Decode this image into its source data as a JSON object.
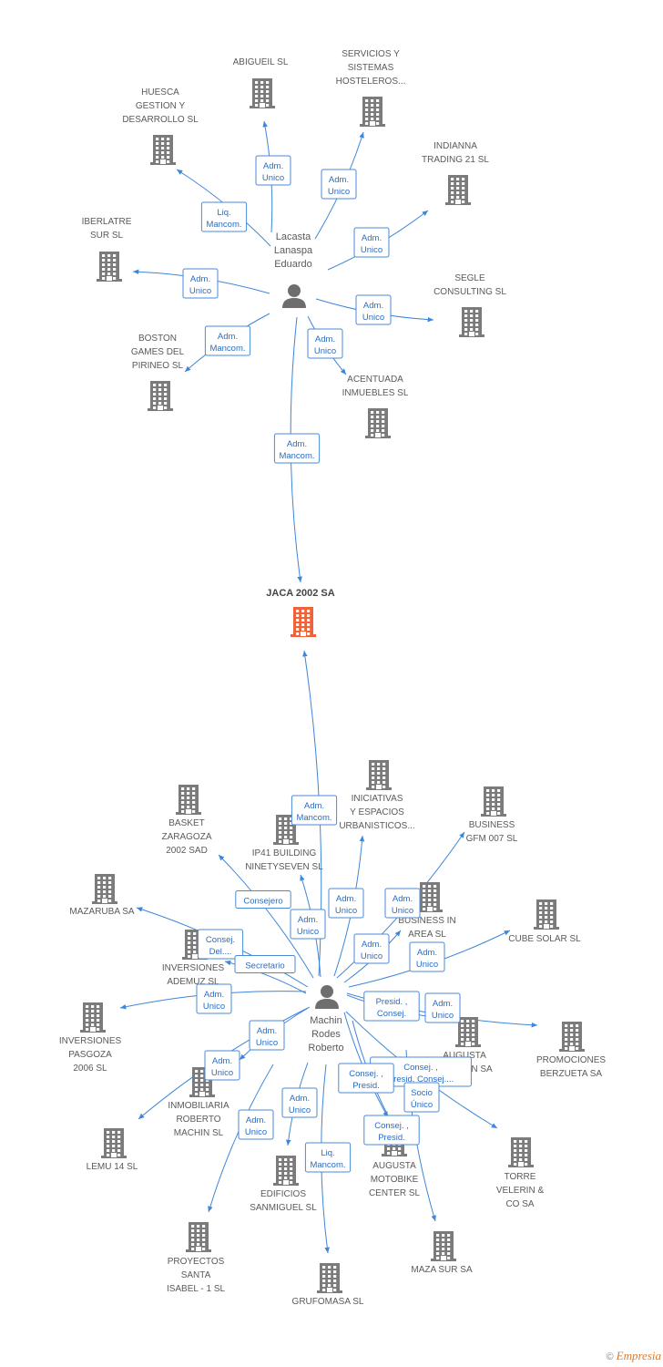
{
  "colors": {
    "edge": "#3d86d9",
    "company_icon": "#7b7b7b",
    "focus_icon": "#f0633a",
    "person_icon": "#6e6e6e",
    "label_text": "#2a6cc4"
  },
  "focus_company": {
    "id": "jaca",
    "label": "JACA 2002 SA",
    "icon": "building-icon"
  },
  "persons": [
    {
      "id": "p1",
      "label": "Lacasta\nLanaspa\nEduardo",
      "icon": "person-icon"
    },
    {
      "id": "p2",
      "label": "Machin\nRodes\nRoberto",
      "icon": "person-icon"
    }
  ],
  "companies": [
    {
      "id": "c1",
      "label": "ABIGUEIL SL"
    },
    {
      "id": "c2",
      "label": "SERVICIOS Y\nSISTEMAS\nHOSTELEROS..."
    },
    {
      "id": "c3",
      "label": "HUESCA\nGESTION Y\nDESARROLLO SL"
    },
    {
      "id": "c4",
      "label": "INDIANNA\nTRADING 21 SL"
    },
    {
      "id": "c5",
      "label": "IBERLATRE\nSUR SL"
    },
    {
      "id": "c6",
      "label": "SEGLE\nCONSULTING SL"
    },
    {
      "id": "c7",
      "label": "BOSTON\nGAMES DEL\nPIRINEO  SL"
    },
    {
      "id": "c8",
      "label": "ACENTUADA\nINMUEBLES SL"
    },
    {
      "id": "c9",
      "label": "INICIATIVAS\nY ESPACIOS\nURBANISTICOS..."
    },
    {
      "id": "c10",
      "label": "BASKET\nZARAGOZA\n2002 SAD"
    },
    {
      "id": "c11",
      "label": "IP41 BUILDING\nNINETYSEVEN SL"
    },
    {
      "id": "c12",
      "label": "BUSINESS\nGFM 007 SL"
    },
    {
      "id": "c13",
      "label": "MAZARUBA SA"
    },
    {
      "id": "c14",
      "label": "BUSINESS IN\nAREA SL"
    },
    {
      "id": "c15",
      "label": "CUBE SOLAR SL"
    },
    {
      "id": "c16",
      "label": "INVERSIONES\nADEMUZ SL"
    },
    {
      "id": "c17",
      "label": "INVERSIONES\nPASGOZA\n2006 SL"
    },
    {
      "id": "c18",
      "label": "AUGUSTA\nAVIATION SA"
    },
    {
      "id": "c19",
      "label": "PROMOCIONES\nBERZUETA SA"
    },
    {
      "id": "c20",
      "label": "INMOBILIARIA\nROBERTO\nMACHIN SL"
    },
    {
      "id": "c21",
      "label": "LEMU 14 SL"
    },
    {
      "id": "c22",
      "label": "TORRE\nVELERIN &\nCO SA"
    },
    {
      "id": "c23",
      "label": "EDIFICIOS\nSANMIGUEL SL"
    },
    {
      "id": "c24",
      "label": "AUGUSTA\nMOTOBIKE\nCENTER  SL"
    },
    {
      "id": "c25",
      "label": "PROYECTOS\nSANTA\nISABEL -  1 SL"
    },
    {
      "id": "c26",
      "label": "MAZA SUR SA"
    },
    {
      "id": "c27",
      "label": "GRUFOMASA SL"
    }
  ],
  "edges": [
    {
      "from": "p1",
      "to": "c1",
      "label": "Adm.\nUnico"
    },
    {
      "from": "p1",
      "to": "c2",
      "label": "Adm.\nUnico"
    },
    {
      "from": "p1",
      "to": "c3",
      "label": "Liq.\nMancom."
    },
    {
      "from": "p1",
      "to": "c4",
      "label": "Adm.\nUnico"
    },
    {
      "from": "p1",
      "to": "c5",
      "label": "Adm.\nUnico"
    },
    {
      "from": "p1",
      "to": "c6",
      "label": "Adm.\nUnico"
    },
    {
      "from": "p1",
      "to": "c7",
      "label": "Adm.\nMancom."
    },
    {
      "from": "p1",
      "to": "c8",
      "label": "Adm.\nUnico"
    },
    {
      "from": "p1",
      "to": "jaca",
      "label": "Adm.\nMancom."
    },
    {
      "from": "p2",
      "to": "jaca",
      "label": "Adm.\nMancom."
    },
    {
      "from": "p2",
      "to": "c9",
      "label": "Adm.\nUnico"
    },
    {
      "from": "p2",
      "to": "c10",
      "label": "Consejero"
    },
    {
      "from": "p2",
      "to": "c11",
      "label": "Adm.\nUnico"
    },
    {
      "from": "p2",
      "to": "c12",
      "label": "Adm.\nUnico"
    },
    {
      "from": "p2",
      "to": "c13",
      "label": "Consej.\nDel...."
    },
    {
      "from": "p2",
      "to": "c14",
      "label": "Adm.\nUnico"
    },
    {
      "from": "p2",
      "to": "c15",
      "label": "Adm.\nUnico"
    },
    {
      "from": "p2",
      "to": "c16",
      "label": "Secretario"
    },
    {
      "from": "p2",
      "to": "c17",
      "label": "Adm.\nUnico"
    },
    {
      "from": "p2",
      "to": "c18",
      "label": "Presid. ,\nConsej."
    },
    {
      "from": "p2",
      "to": "c19",
      "label": "Adm.\nUnico"
    },
    {
      "from": "p2",
      "to": "c20",
      "label": "Adm.\nUnico"
    },
    {
      "from": "p2",
      "to": "c21",
      "label": "Adm.\nUnico"
    },
    {
      "from": "p2",
      "to": "c22",
      "label": "Consej. ,\nPresid. Consej...."
    },
    {
      "from": "p2",
      "to": "c23",
      "label": "Adm.\nUnico"
    },
    {
      "from": "p2",
      "to": "c24",
      "label": "Consej. ,\nPresid."
    },
    {
      "from": "p2",
      "to": "c25",
      "label": "Adm.\nUnico"
    },
    {
      "from": "p2",
      "to": "c26",
      "label": "Socio\nÚnico"
    },
    {
      "from": "p2",
      "to": "c27",
      "label": "Liq.\nMancom."
    },
    {
      "from": "p2",
      "to": "c26",
      "label": "Consej. ,\nPresid."
    }
  ],
  "footer": {
    "copyright": "©",
    "brand": "Empresia"
  }
}
